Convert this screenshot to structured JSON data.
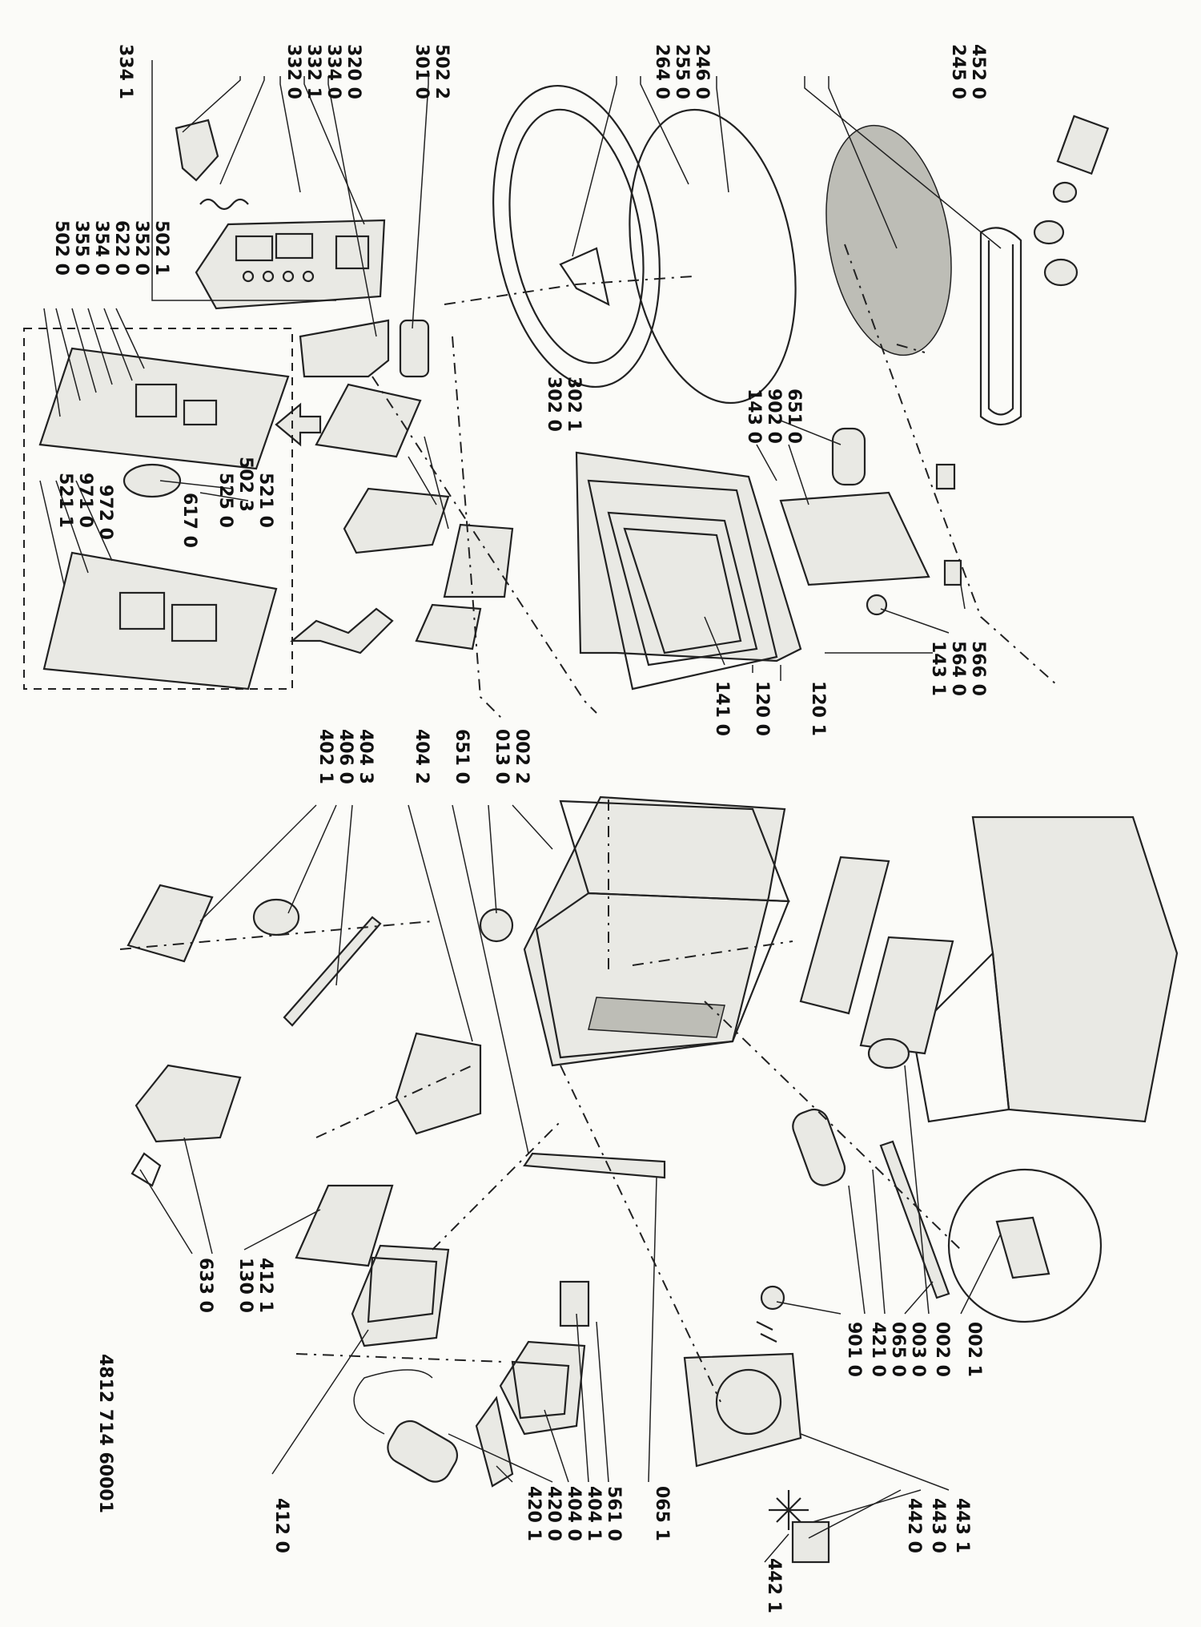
{
  "diagram": {
    "document_number": "4812 714 60001",
    "callouts": [
      {
        "id": "c1",
        "text": "334 1"
      },
      {
        "id": "c2",
        "text": "332 0"
      },
      {
        "id": "c3",
        "text": "332 1"
      },
      {
        "id": "c4",
        "text": "334 0"
      },
      {
        "id": "c5",
        "text": "320 0"
      },
      {
        "id": "c6",
        "text": "301 0"
      },
      {
        "id": "c7",
        "text": "502 2"
      },
      {
        "id": "c8",
        "text": "264 0"
      },
      {
        "id": "c9",
        "text": "255 0"
      },
      {
        "id": "c10",
        "text": "246 0"
      },
      {
        "id": "c11",
        "text": "245 0"
      },
      {
        "id": "c12",
        "text": "452 0"
      },
      {
        "id": "c13",
        "text": "502 1"
      },
      {
        "id": "c14",
        "text": "352 0"
      },
      {
        "id": "c15",
        "text": "622 0"
      },
      {
        "id": "c16",
        "text": "354 0"
      },
      {
        "id": "c17",
        "text": "355 0"
      },
      {
        "id": "c18",
        "text": "502 0"
      },
      {
        "id": "c19",
        "text": "521 0"
      },
      {
        "id": "c20",
        "text": "502 3"
      },
      {
        "id": "c21",
        "text": "525 0"
      },
      {
        "id": "c22",
        "text": "617 0"
      },
      {
        "id": "c23",
        "text": "972 0"
      },
      {
        "id": "c24",
        "text": "971 0"
      },
      {
        "id": "c25",
        "text": "521 1"
      },
      {
        "id": "c26",
        "text": "302 1"
      },
      {
        "id": "c27",
        "text": "302 0"
      },
      {
        "id": "c28",
        "text": "143 0"
      },
      {
        "id": "c29",
        "text": "902 0"
      },
      {
        "id": "c30",
        "text": "651 0"
      },
      {
        "id": "c31",
        "text": "566 0"
      },
      {
        "id": "c32",
        "text": "564 0"
      },
      {
        "id": "c33",
        "text": "143 1"
      },
      {
        "id": "c34",
        "text": "141 0"
      },
      {
        "id": "c35",
        "text": "120 0"
      },
      {
        "id": "c36",
        "text": "120 1"
      },
      {
        "id": "c37",
        "text": "404 3"
      },
      {
        "id": "c38",
        "text": "406 0"
      },
      {
        "id": "c39",
        "text": "402 1"
      },
      {
        "id": "c40",
        "text": "404 2"
      },
      {
        "id": "c41",
        "text": "651 0"
      },
      {
        "id": "c42",
        "text": "013 0"
      },
      {
        "id": "c43",
        "text": "002 2"
      },
      {
        "id": "c44",
        "text": "412 1"
      },
      {
        "id": "c45",
        "text": "130 0"
      },
      {
        "id": "c46",
        "text": "633 0"
      },
      {
        "id": "c47",
        "text": "412 0"
      },
      {
        "id": "c48",
        "text": "420 1"
      },
      {
        "id": "c49",
        "text": "420 0"
      },
      {
        "id": "c50",
        "text": "404 0"
      },
      {
        "id": "c51",
        "text": "404 1"
      },
      {
        "id": "c52",
        "text": "561 0"
      },
      {
        "id": "c53",
        "text": "065 1"
      },
      {
        "id": "c54",
        "text": "901 0"
      },
      {
        "id": "c55",
        "text": "421 0"
      },
      {
        "id": "c56",
        "text": "065 0"
      },
      {
        "id": "c57",
        "text": "003 0"
      },
      {
        "id": "c58",
        "text": "002 0"
      },
      {
        "id": "c59",
        "text": "002 1"
      },
      {
        "id": "c60",
        "text": "443 1"
      },
      {
        "id": "c61",
        "text": "443 0"
      },
      {
        "id": "c62",
        "text": "442 0"
      },
      {
        "id": "c63",
        "text": "442 1"
      }
    ]
  }
}
